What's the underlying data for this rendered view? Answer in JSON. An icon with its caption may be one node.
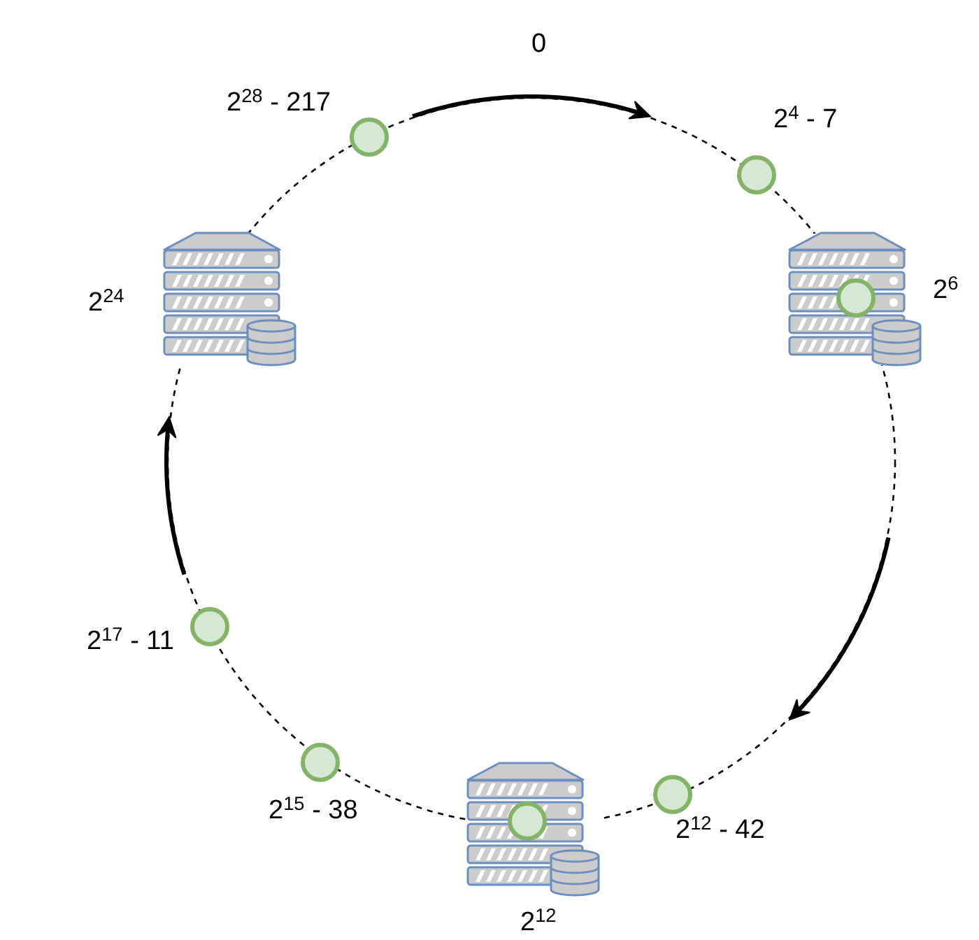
{
  "diagram": {
    "nodes": [
      {
        "text": [],
        "shape": "circle",
        "beside": [
          "2$^{28}$ - 217"
        ]
      },
      {
        "text": [],
        "shape": "circle",
        "beside": [
          "2$^{4}$ - 7"
        ]
      },
      {
        "text": [],
        "shape": "server",
        "beside": [
          "2$^{24}$"
        ]
      },
      {
        "text": [],
        "shape": "server",
        "beside": [
          "2$^{6}$"
        ]
      },
      {
        "text": [],
        "shape": "circle",
        "in": 3
      },
      {
        "text": [],
        "shape": "circle",
        "beside": [
          "2$^{17}$ - 11"
        ]
      },
      {
        "text": [],
        "shape": "circle",
        "beside": [
          "2$^{15}$ - 38"
        ]
      },
      {
        "text": [],
        "shape": "circle",
        "beside": [
          "2$^{12}$ - 42"
        ]
      },
      {
        "text": [],
        "shape": "server",
        "beside": [
          "2$^{12}$"
        ]
      },
      {
        "text": [],
        "shape": "circle",
        "in": 8
      }
    ],
    "labels": [
      "0"
    ]
  }
}
